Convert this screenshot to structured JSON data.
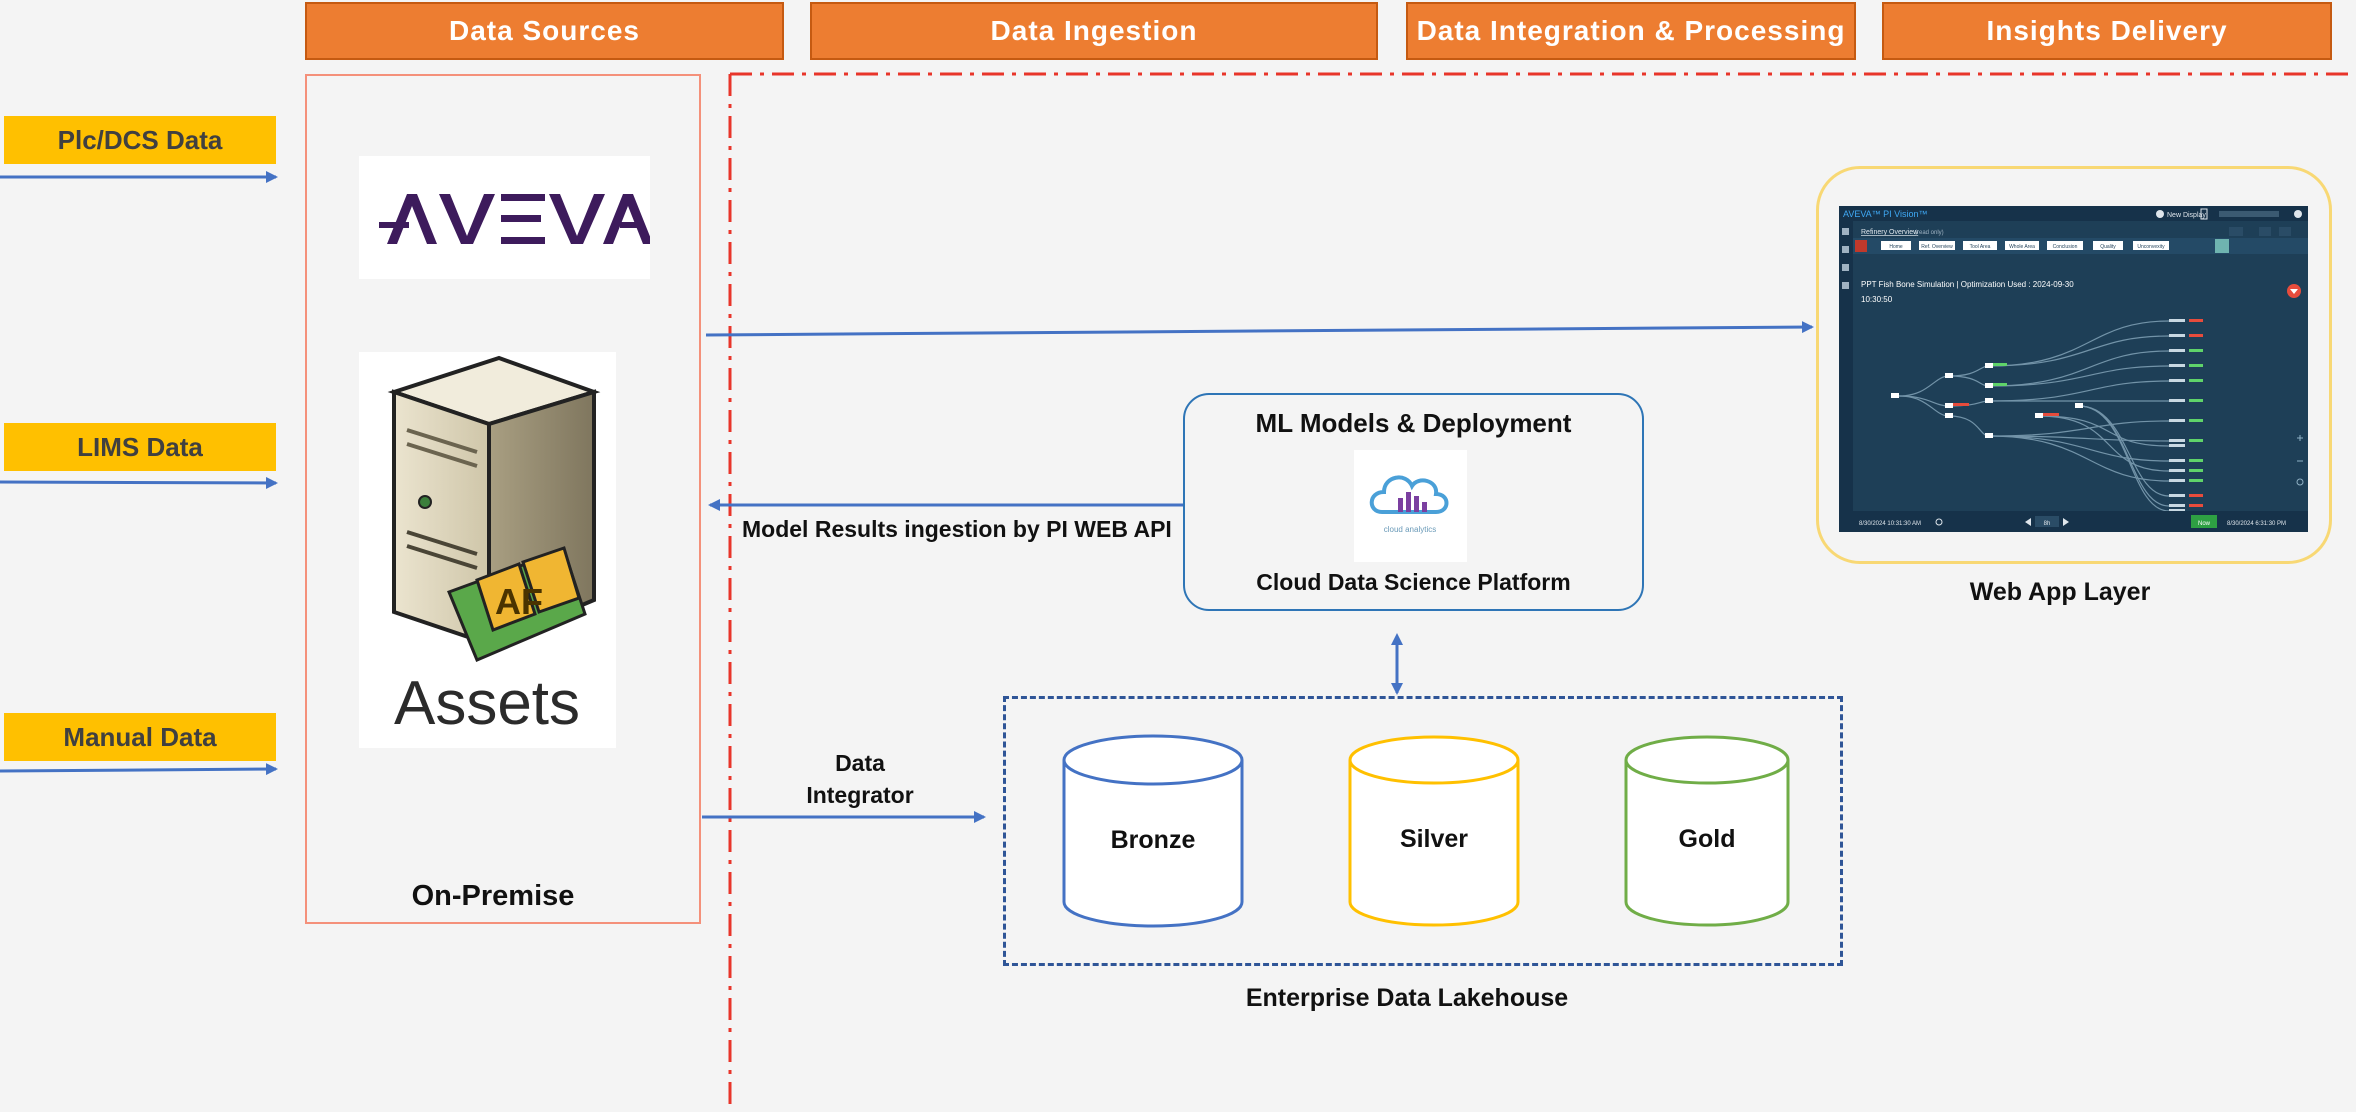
{
  "headers": [
    "Data Sources",
    "Data Ingestion",
    "Data Integration & Processing",
    "Insights Delivery"
  ],
  "sources": [
    {
      "label": "Plc/DCS Data"
    },
    {
      "label": "LIMS Data"
    },
    {
      "label": "Manual Data"
    }
  ],
  "on_premise": {
    "label": "On-Premise",
    "aveva_logo_text": "AVEVA",
    "af_badge_text": "AF",
    "assets_text": "Assets"
  },
  "ml": {
    "title": "ML Models & Deployment",
    "platform_label": "Cloud Data Science Platform",
    "cloud_caption": "cloud analytics"
  },
  "arrows": {
    "model_results": "Model Results ingestion by PI WEB API",
    "data_integrator_line1": "Data",
    "data_integrator_line2": "Integrator"
  },
  "lakehouse": {
    "label": "Enterprise Data Lakehouse",
    "tiers": [
      {
        "name": "Bronze",
        "color": "#4472c4"
      },
      {
        "name": "Silver",
        "color": "#ffc000"
      },
      {
        "name": "Gold",
        "color": "#70ad47"
      }
    ]
  },
  "web_app": {
    "label": "Web App Layer",
    "app_title": "AVEVA™ PI Vision™",
    "new_display": "New Display",
    "breadcrumb": "Refinery Overview",
    "breadcrumb_suffix": "(read only)",
    "nav_buttons": [
      "Home",
      "Ref. Overview",
      "Tool Area",
      "Whole Area",
      "Conclusion",
      "Quality",
      "Unconvexity"
    ],
    "chart_title": "PPT Fish Bone Simulation | Optimization Used : 2024-09-30",
    "chart_time": "10:30:50",
    "footer_start": "8/30/2024 10:31:30 AM",
    "footer_span": "8h",
    "footer_now": "Now",
    "footer_end": "8/30/2024 6:31:30 PM"
  },
  "colors": {
    "header_orange": "#ed7d31",
    "source_yellow": "#ffc000",
    "arrow_blue": "#4472c4",
    "dash_red": "#e8352a",
    "aveva_purple": "#3d1b5c"
  }
}
